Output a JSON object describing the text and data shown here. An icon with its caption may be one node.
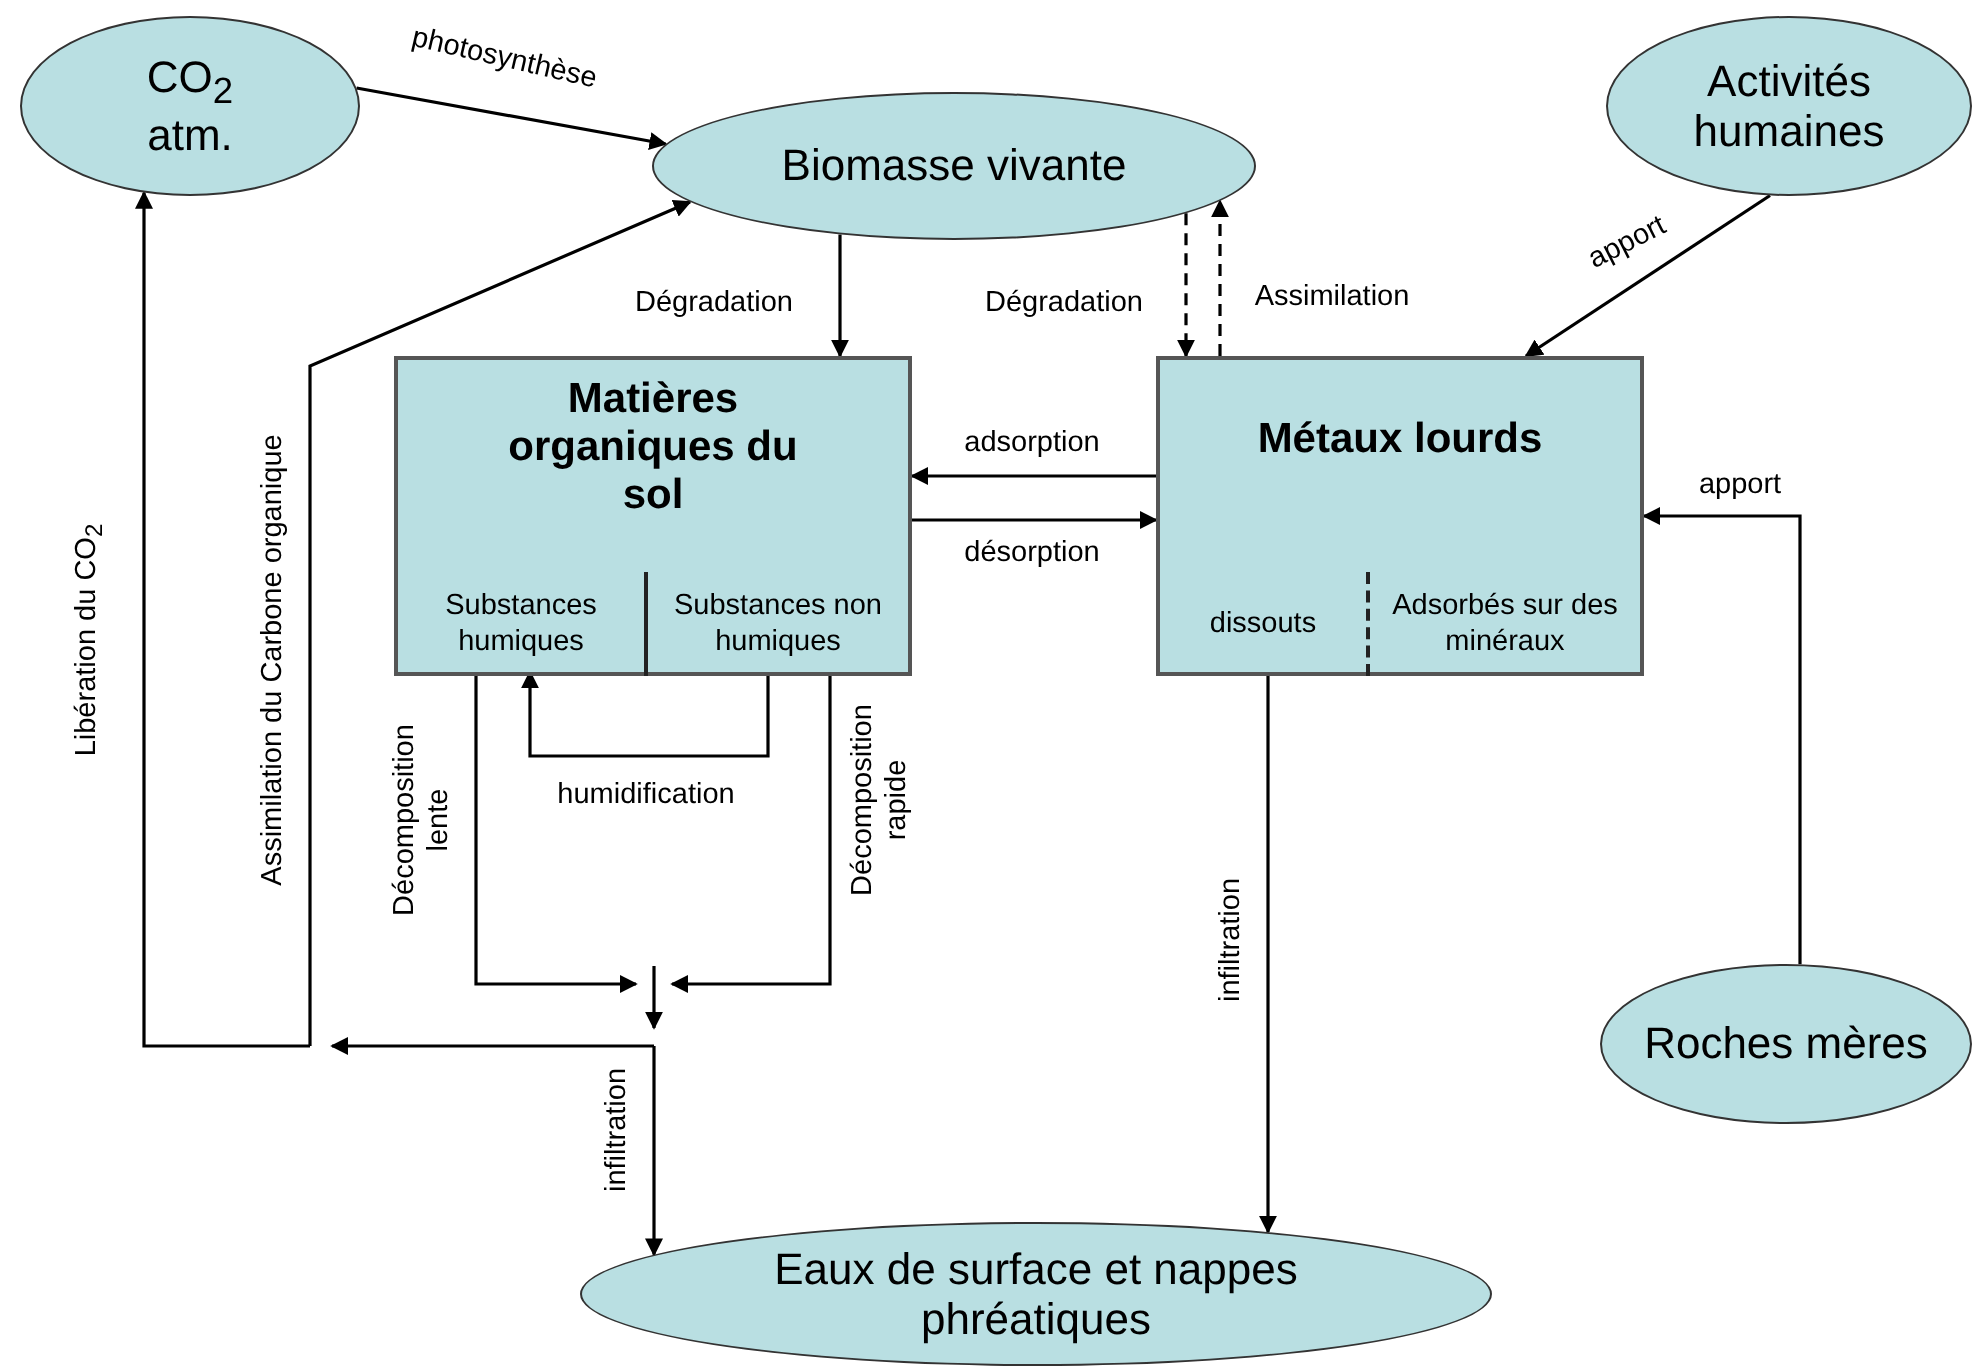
{
  "diagram": {
    "nodes": [
      {
        "text": [
          "CO$_{2}$ atm."
        ]
      },
      {
        "text": [
          "Biomasse vivante"
        ]
      },
      {
        "text": [
          "Activités humaines"
        ]
      },
      {
        "text": [
          "Matières organiques du sol"
        ]
      },
      {
        "text": [
          "Substances humiques"
        ],
        "in": 3
      },
      {
        "text": [
          "Substances non humiques"
        ],
        "in": 3
      },
      {
        "text": [
          "Métaux lourds"
        ]
      },
      {
        "text": [
          "dissouts"
        ],
        "in": 6
      },
      {
        "text": [
          "Adsorbés sur des minéraux"
        ],
        "in": 6
      },
      {
        "text": [
          "Eaux de surface et nappes phréatiques"
        ]
      },
      {
        "text": [
          "Roches mères"
        ]
      }
    ],
    "edges": [
      {
        "from": 0,
        "to": 1,
        "arrow": "to",
        "label": "photosynthèse"
      },
      {
        "from": 1,
        "to": 3,
        "arrow": "to",
        "label": "Dégradation"
      },
      {
        "from": 1,
        "to": 6,
        "arrow": "to",
        "label": "Dégradation",
        "style": "dashed"
      },
      {
        "from": 6,
        "to": 1,
        "arrow": "to",
        "label": "Assimilation",
        "style": "dashed"
      },
      {
        "from": 6,
        "to": 3,
        "arrow": "to",
        "label": "adsorption"
      },
      {
        "from": 3,
        "to": 6,
        "arrow": "to",
        "label": "désorption"
      },
      {
        "from": 2,
        "to": 6,
        "arrow": "to",
        "label": "apport"
      },
      {
        "from": 10,
        "to": 6,
        "arrow": "to",
        "label": "apport"
      },
      {
        "from": 5,
        "to": 4,
        "arrow": "to",
        "label": "humidification"
      },
      {
        "from": 4,
        "to": null,
        "arrow": "to",
        "label": "Décomposition lente"
      },
      {
        "from": 5,
        "to": null,
        "arrow": "to",
        "label": "Décomposition rapide"
      },
      {
        "from": null,
        "to": 9,
        "arrow": "to",
        "label": "infiltration"
      },
      {
        "from": null,
        "to": 0,
        "arrow": "to",
        "label": "Libération du CO$_{2}$"
      },
      {
        "from": null,
        "to": 1,
        "arrow": "to",
        "label": "Assimilation du Carbone organique"
      },
      {
        "from": 7,
        "to": 9,
        "arrow": "to",
        "label": "infiltration"
      }
    ]
  }
}
